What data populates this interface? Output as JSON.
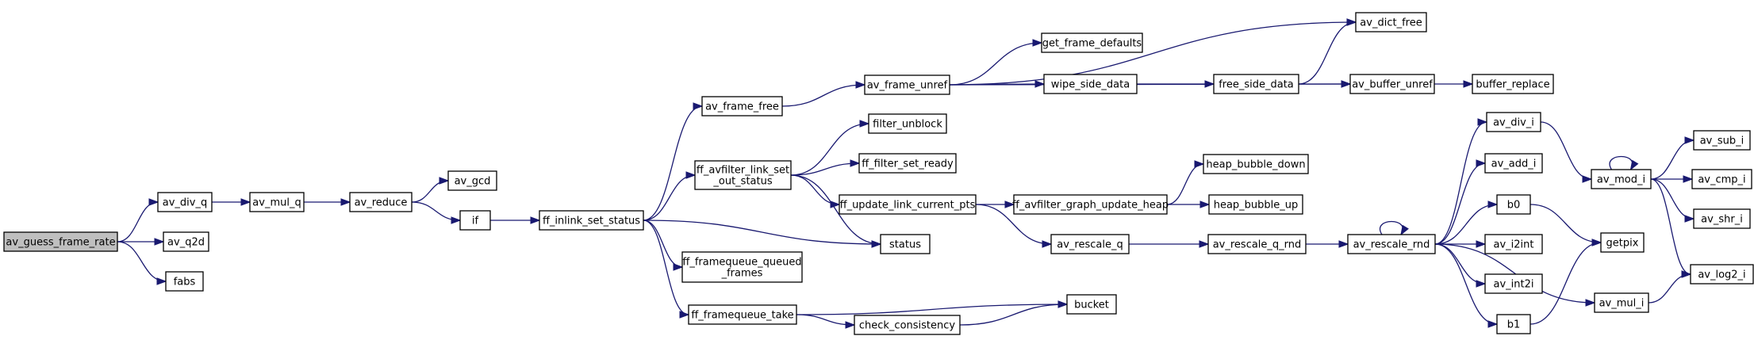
{
  "graph": {
    "root": "av_guess_frame_rate",
    "nodes": [
      {
        "id": "av_guess_frame_rate",
        "label": "av_guess_frame_rate",
        "root": true
      },
      {
        "id": "av_div_q",
        "label": "av_div_q"
      },
      {
        "id": "av_q2d",
        "label": "av_q2d"
      },
      {
        "id": "fabs",
        "label": "fabs"
      },
      {
        "id": "av_mul_q",
        "label": "av_mul_q"
      },
      {
        "id": "av_reduce",
        "label": "av_reduce"
      },
      {
        "id": "av_gcd",
        "label": "av_gcd"
      },
      {
        "id": "if",
        "label": "if"
      },
      {
        "id": "ff_inlink_set_status",
        "label": "ff_inlink_set_status"
      },
      {
        "id": "av_frame_free",
        "label": "av_frame_free"
      },
      {
        "id": "ff_avfilter_link_set_out_status",
        "label": [
          "ff_avfilter_link_set",
          "_out_status"
        ]
      },
      {
        "id": "ff_framequeue_queued_frames",
        "label": [
          "ff_framequeue_queued",
          "_frames"
        ]
      },
      {
        "id": "ff_framequeue_take",
        "label": "ff_framequeue_take"
      },
      {
        "id": "av_frame_unref",
        "label": "av_frame_unref"
      },
      {
        "id": "filter_unblock",
        "label": "filter_unblock"
      },
      {
        "id": "ff_filter_set_ready",
        "label": "ff_filter_set_ready"
      },
      {
        "id": "ff_update_link_current_pts",
        "label": "ff_update_link_current_pts"
      },
      {
        "id": "status",
        "label": "status"
      },
      {
        "id": "check_consistency",
        "label": "check_consistency"
      },
      {
        "id": "bucket",
        "label": "bucket"
      },
      {
        "id": "get_frame_defaults",
        "label": "get_frame_defaults"
      },
      {
        "id": "wipe_side_data",
        "label": "wipe_side_data"
      },
      {
        "id": "ff_avfilter_graph_update_heap",
        "label": "ff_avfilter_graph_update_heap"
      },
      {
        "id": "av_rescale_q",
        "label": "av_rescale_q"
      },
      {
        "id": "free_side_data",
        "label": "free_side_data"
      },
      {
        "id": "heap_bubble_down",
        "label": "heap_bubble_down"
      },
      {
        "id": "heap_bubble_up",
        "label": "heap_bubble_up"
      },
      {
        "id": "av_rescale_q_rnd",
        "label": "av_rescale_q_rnd"
      },
      {
        "id": "av_dict_free",
        "label": "av_dict_free"
      },
      {
        "id": "av_buffer_unref",
        "label": "av_buffer_unref"
      },
      {
        "id": "buffer_replace",
        "label": "buffer_replace"
      },
      {
        "id": "av_rescale_rnd",
        "label": "av_rescale_rnd"
      },
      {
        "id": "av_div_i",
        "label": "av_div_i"
      },
      {
        "id": "av_add_i",
        "label": "av_add_i"
      },
      {
        "id": "b0",
        "label": "b0"
      },
      {
        "id": "av_i2int",
        "label": "av_i2int"
      },
      {
        "id": "av_int2i",
        "label": "av_int2i"
      },
      {
        "id": "b1",
        "label": "b1"
      },
      {
        "id": "av_mod_i",
        "label": "av_mod_i"
      },
      {
        "id": "av_mul_i",
        "label": "av_mul_i"
      },
      {
        "id": "getpix",
        "label": "getpix"
      },
      {
        "id": "av_sub_i",
        "label": "av_sub_i"
      },
      {
        "id": "av_cmp_i",
        "label": "av_cmp_i"
      },
      {
        "id": "av_shr_i",
        "label": "av_shr_i"
      },
      {
        "id": "av_log2_i",
        "label": "av_log2_i"
      }
    ],
    "edges": [
      [
        "av_guess_frame_rate",
        "av_div_q"
      ],
      [
        "av_guess_frame_rate",
        "av_q2d"
      ],
      [
        "av_guess_frame_rate",
        "fabs"
      ],
      [
        "av_div_q",
        "av_mul_q"
      ],
      [
        "av_mul_q",
        "av_reduce"
      ],
      [
        "av_reduce",
        "av_gcd"
      ],
      [
        "av_reduce",
        "if"
      ],
      [
        "if",
        "ff_inlink_set_status"
      ],
      [
        "ff_inlink_set_status",
        "av_frame_free"
      ],
      [
        "ff_inlink_set_status",
        "ff_avfilter_link_set_out_status"
      ],
      [
        "ff_inlink_set_status",
        "status"
      ],
      [
        "ff_inlink_set_status",
        "ff_framequeue_queued_frames"
      ],
      [
        "ff_inlink_set_status",
        "ff_framequeue_take"
      ],
      [
        "av_frame_free",
        "av_frame_unref"
      ],
      [
        "ff_avfilter_link_set_out_status",
        "filter_unblock"
      ],
      [
        "ff_avfilter_link_set_out_status",
        "ff_filter_set_ready"
      ],
      [
        "ff_avfilter_link_set_out_status",
        "ff_update_link_current_pts"
      ],
      [
        "ff_avfilter_link_set_out_status",
        "status"
      ],
      [
        "ff_framequeue_take",
        "bucket"
      ],
      [
        "ff_framequeue_take",
        "check_consistency"
      ],
      [
        "check_consistency",
        "bucket"
      ],
      [
        "av_frame_unref",
        "av_dict_free"
      ],
      [
        "av_frame_unref",
        "get_frame_defaults"
      ],
      [
        "av_frame_unref",
        "wipe_side_data"
      ],
      [
        "av_frame_unref",
        "av_buffer_unref"
      ],
      [
        "wipe_side_data",
        "free_side_data"
      ],
      [
        "free_side_data",
        "av_dict_free"
      ],
      [
        "free_side_data",
        "av_buffer_unref"
      ],
      [
        "av_buffer_unref",
        "buffer_replace"
      ],
      [
        "ff_update_link_current_pts",
        "ff_avfilter_graph_update_heap"
      ],
      [
        "ff_update_link_current_pts",
        "av_rescale_q"
      ],
      [
        "ff_avfilter_graph_update_heap",
        "heap_bubble_down"
      ],
      [
        "ff_avfilter_graph_update_heap",
        "heap_bubble_up"
      ],
      [
        "av_rescale_q",
        "av_rescale_q_rnd"
      ],
      [
        "av_rescale_q_rnd",
        "av_rescale_rnd"
      ],
      [
        "av_rescale_rnd",
        "av_rescale_rnd"
      ],
      [
        "av_rescale_rnd",
        "av_div_i"
      ],
      [
        "av_rescale_rnd",
        "av_add_i"
      ],
      [
        "av_rescale_rnd",
        "b0"
      ],
      [
        "av_rescale_rnd",
        "av_i2int"
      ],
      [
        "av_rescale_rnd",
        "av_int2i"
      ],
      [
        "av_rescale_rnd",
        "b1"
      ],
      [
        "av_rescale_rnd",
        "av_mul_i"
      ],
      [
        "av_div_i",
        "av_mod_i"
      ],
      [
        "av_mod_i",
        "av_mod_i"
      ],
      [
        "av_mod_i",
        "av_sub_i"
      ],
      [
        "av_mod_i",
        "av_cmp_i"
      ],
      [
        "av_mod_i",
        "av_shr_i"
      ],
      [
        "av_mod_i",
        "av_log2_i"
      ],
      [
        "b0",
        "getpix"
      ],
      [
        "b1",
        "getpix"
      ],
      [
        "av_mul_i",
        "av_log2_i"
      ]
    ]
  },
  "colors": {
    "edge": "#191970",
    "node_border": "#000000",
    "node_fill": "#ffffff",
    "root_fill": "#bfbfbf",
    "background": "#ffffff"
  }
}
